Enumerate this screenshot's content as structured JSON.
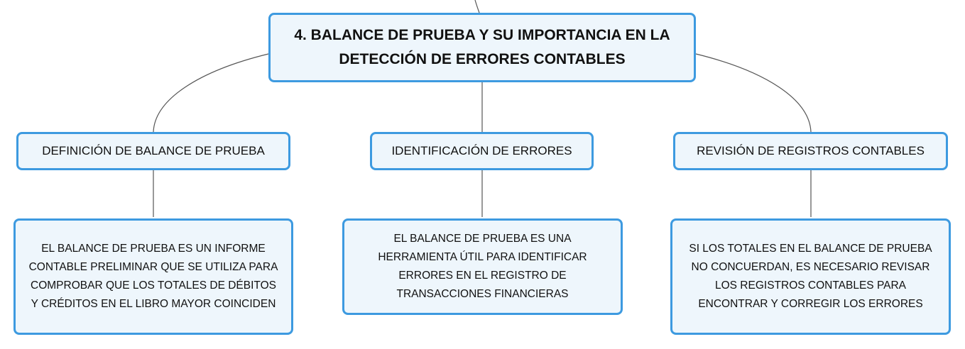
{
  "colors": {
    "node_border": "#3d9ae0",
    "node_fill": "#eef6fc",
    "connector": "#555555",
    "text": "#111111"
  },
  "root": {
    "label": "4. BALANCE DE PRUEBA Y SU IMPORTANCIA EN LA DETECCIÓN DE ERRORES CONTABLES"
  },
  "branches": [
    {
      "label": "DEFINICIÓN DE BALANCE DE PRUEBA",
      "detail": "EL BALANCE DE PRUEBA ES UN INFORME\nCONTABLE PRELIMINAR QUE SE UTILIZA PARA\nCOMPROBAR QUE LOS TOTALES DE DÉBITOS\nY CRÉDITOS EN EL LIBRO MAYOR COINCIDEN"
    },
    {
      "label": "IDENTIFICACIÓN DE ERRORES",
      "detail": "EL BALANCE DE PRUEBA ES UNA\nHERRAMIENTA ÚTIL PARA IDENTIFICAR\nERRORES EN EL REGISTRO DE\nTRANSACCIONES FINANCIERAS"
    },
    {
      "label": "REVISIÓN DE REGISTROS CONTABLES",
      "detail": "SI LOS TOTALES EN EL BALANCE DE PRUEBA\nNO CONCUERDAN, ES NECESARIO REVISAR\nLOS REGISTROS CONTABLES PARA\nENCONTRAR Y CORREGIR LOS ERRORES"
    }
  ]
}
